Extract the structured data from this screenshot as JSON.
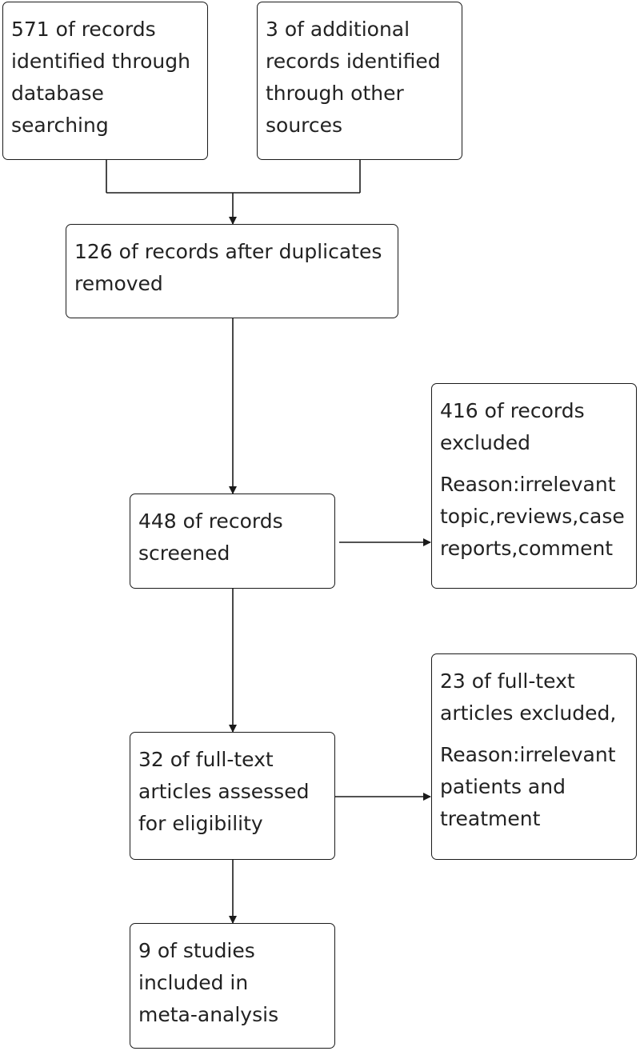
{
  "boxes": {
    "database": [
      "571 of records",
      "identified through",
      "database",
      "searching"
    ],
    "other_sources": [
      "3 of additional",
      "records identified",
      "through other",
      "sources"
    ],
    "after_duplicates": [
      "126 of records after duplicates",
      "removed"
    ],
    "screened": [
      "448 of records",
      "screened"
    ],
    "excluded_records": {
      "lines": [
        "416 of records",
        "excluded"
      ],
      "reason": [
        "Reason:irrelevant",
        "topic,reviews,case",
        "reports,comment"
      ]
    },
    "fulltext_assessed": [
      "32 of full-text",
      "articles assessed",
      "for eligibility"
    ],
    "fulltext_excluded": {
      "lines": [
        "23 of full-text",
        "articles excluded,"
      ],
      "reason": [
        "Reason:irrelevant",
        "patients and",
        "treatment"
      ]
    },
    "included": [
      "9 of studies",
      "included in",
      "meta-analysis"
    ]
  }
}
